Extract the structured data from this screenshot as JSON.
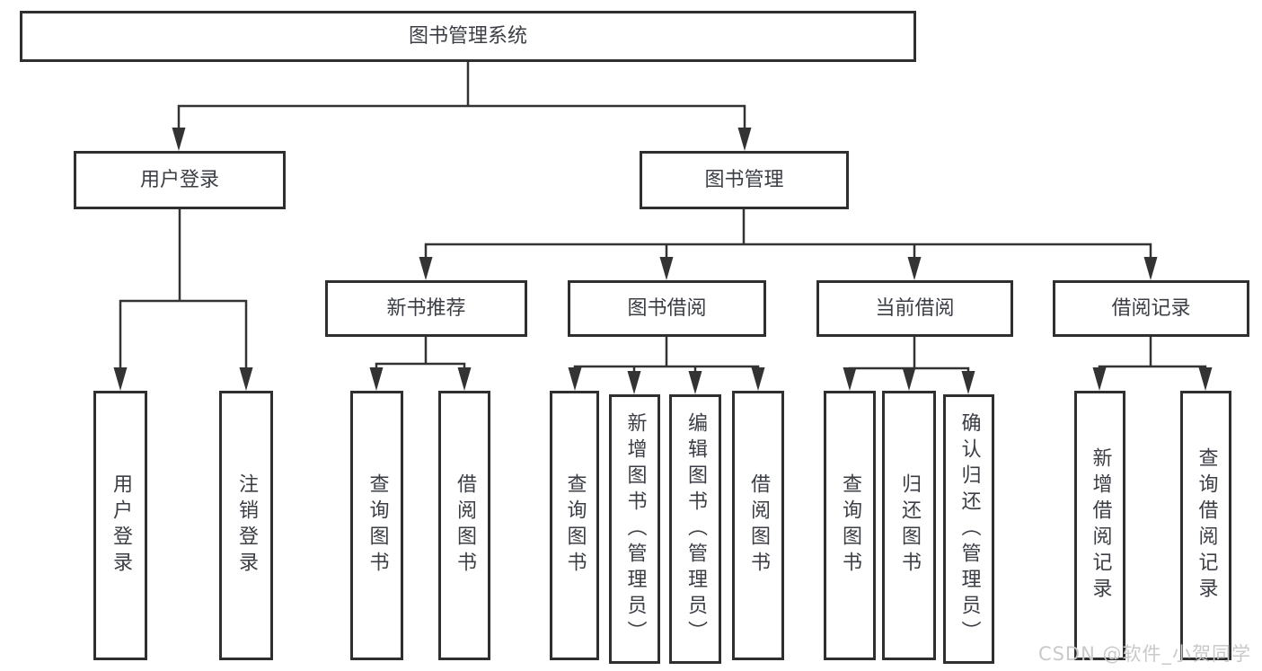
{
  "colors": {
    "line": "#333333",
    "box_border": "#2f2f2f",
    "text": "#3b3e44",
    "background": "#ffffff",
    "watermark": "#c9c9c9"
  },
  "watermark": {
    "text": "CSDN @软件_小贺同学"
  },
  "tree": {
    "label": "图书管理系统",
    "children": [
      {
        "label": "用户登录",
        "children": [
          {
            "label": "用户登录"
          },
          {
            "label": "注销登录"
          }
        ]
      },
      {
        "label": "图书管理",
        "children": [
          {
            "label": "新书推荐",
            "children": [
              {
                "label": "查询图书"
              },
              {
                "label": "借阅图书"
              }
            ]
          },
          {
            "label": "图书借阅",
            "children": [
              {
                "label": "查询图书"
              },
              {
                "label": "新增图书（管理员）"
              },
              {
                "label": "编辑图书（管理员）"
              },
              {
                "label": "借阅图书"
              }
            ]
          },
          {
            "label": "当前借阅",
            "children": [
              {
                "label": "查询图书"
              },
              {
                "label": "归还图书"
              },
              {
                "label": "确认归还（管理员）"
              }
            ]
          },
          {
            "label": "借阅记录",
            "children": [
              {
                "label": "新增借阅记录"
              },
              {
                "label": "查询借阅记录"
              }
            ]
          }
        ]
      }
    ]
  }
}
